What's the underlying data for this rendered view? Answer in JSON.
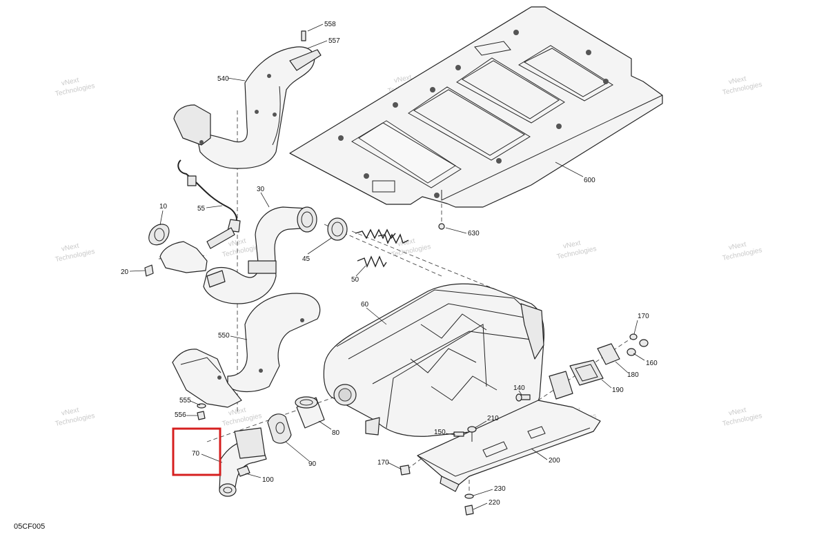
{
  "diagram_code": "05CF005",
  "watermark_text": [
    "vNext",
    "Technologies"
  ],
  "highlight_color": "#d61f1f",
  "highlighted_part": "70",
  "callouts": {
    "c558": "558",
    "c557": "557",
    "c540": "540",
    "c600": "600",
    "c630": "630",
    "c30": "30",
    "c10": "10",
    "c55": "55",
    "c45": "45",
    "c50": "50",
    "c20": "20",
    "c60": "60",
    "c550": "550",
    "c170a": "170",
    "c160": "160",
    "c180": "180",
    "c190": "190",
    "c140": "140",
    "c210": "210",
    "c150": "150",
    "c555": "555",
    "c556": "556",
    "c80": "80",
    "c90": "90",
    "c70": "70",
    "c100": "100",
    "c200": "200",
    "c170b": "170",
    "c230": "230",
    "c220": "220"
  }
}
